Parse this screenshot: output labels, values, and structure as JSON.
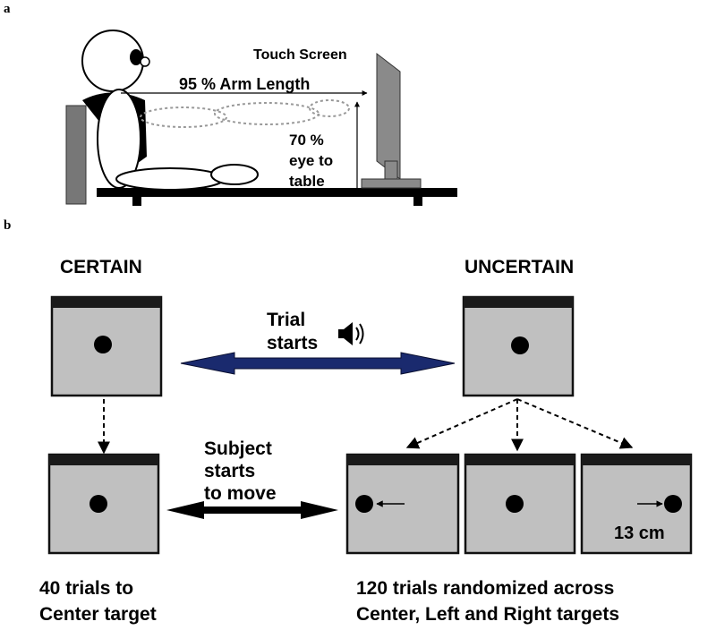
{
  "panel_a": {
    "label": "a",
    "touch_screen": "Touch Screen",
    "arm_length": "95 % Arm Length",
    "eye_to_table_1": "70 %",
    "eye_to_table_2": "eye to",
    "eye_to_table_3": "table"
  },
  "panel_b": {
    "label": "b",
    "certain": "CERTAIN",
    "uncertain": "UNCERTAIN",
    "trial_starts_1": "Trial",
    "trial_starts_2": "starts",
    "subject_moves_1": "Subject",
    "subject_moves_2": "starts",
    "subject_moves_3": "to move",
    "distance": "13 cm",
    "certain_caption_1": "40 trials to",
    "certain_caption_2": "Center target",
    "uncertain_caption_1": "120 trials randomized across",
    "uncertain_caption_2": "Center, Left and Right targets"
  },
  "colors": {
    "screen_fill": "#c0c0c0",
    "bezel": "#1a1a1a",
    "arrow_navy": "#1a2a6e",
    "monitor_gray": "#888888"
  },
  "icons": [
    "speaker-icon",
    "stick-figure-icon",
    "monitor-icon"
  ]
}
